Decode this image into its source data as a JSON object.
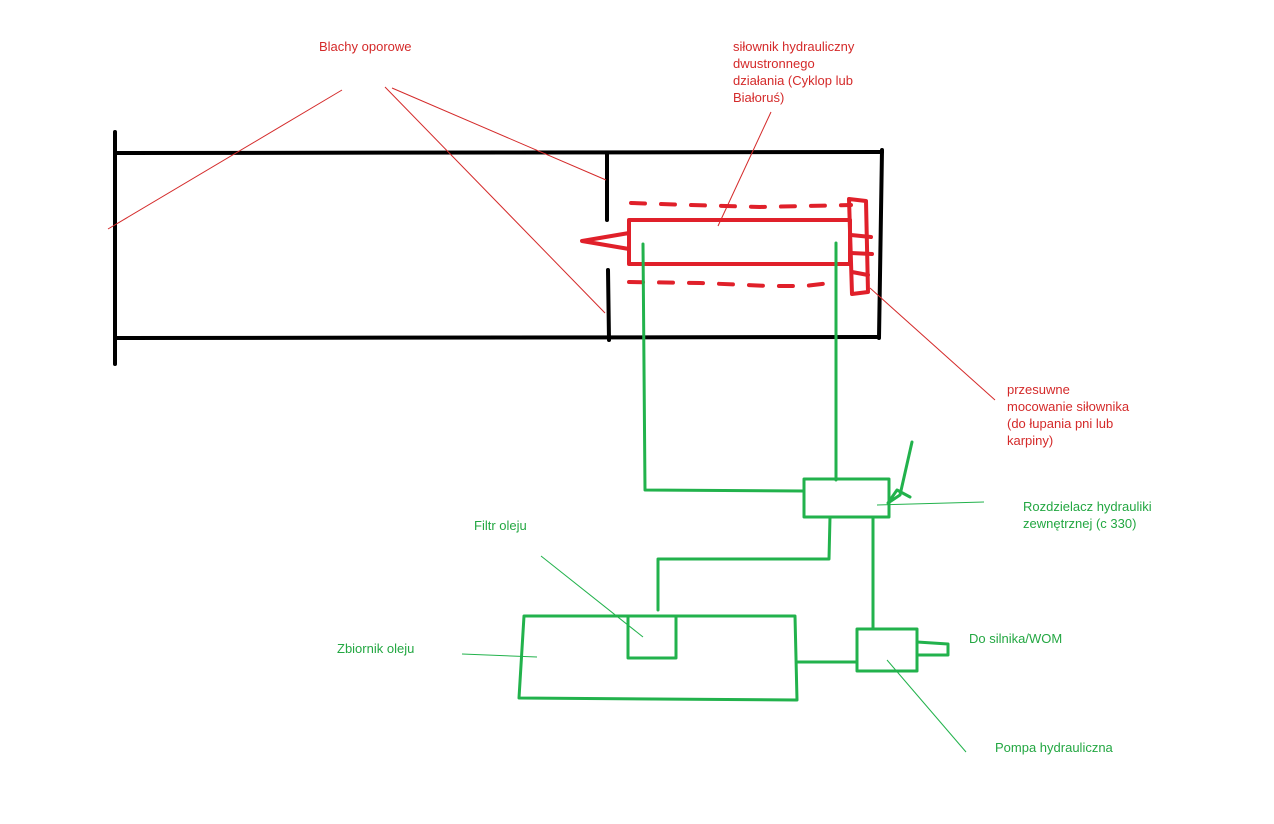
{
  "colors": {
    "frame": "#000000",
    "cylinder": "#e0202a",
    "annotation_line": "#d42a2a",
    "hydraulic": "#22b24c",
    "label_red": "#d42a2a",
    "label_green": "#23a742"
  },
  "labels": {
    "support_plates": "Blachy oporowe",
    "cylinder": "siłownik hydrauliczny\ndwustronnego\ndziałania (Cyklop lub\nBiałoruś)",
    "sliding_mount": "przesuwne\nmocowanie siłownika\n(do łupania pni lub\nkarpiny)",
    "distributor": "Rozdzielacz hydrauliki\nzewnętrznej (c 330)",
    "oil_filter": "Filtr oleju",
    "oil_tank": "Zbiornik oleju",
    "to_engine": "Do silnika/WOM",
    "pump": "Pompa hydrauliczna"
  }
}
